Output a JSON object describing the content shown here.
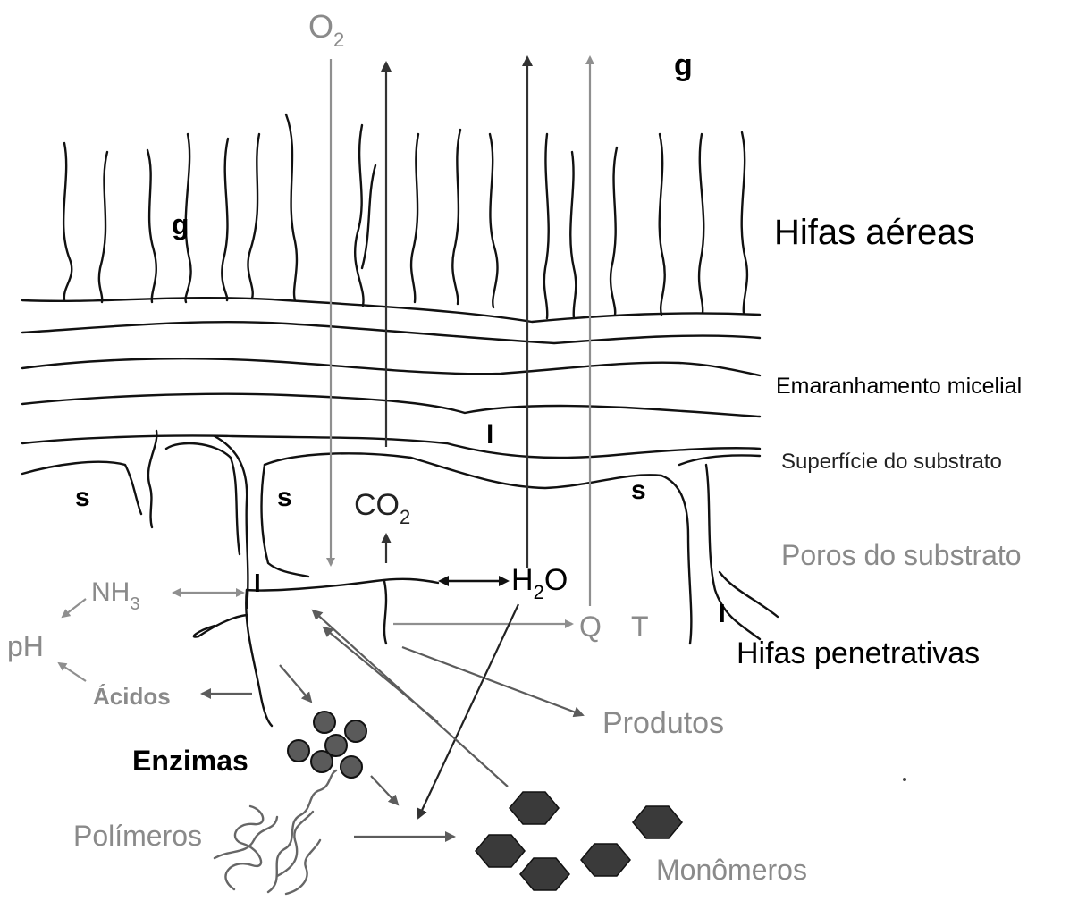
{
  "labels": {
    "o2_main": "O",
    "o2_sub": "2",
    "g_top": "g",
    "g_left": "g",
    "hifas_aereas": "Hifas aéreas",
    "emaranhamento": "Emaranhamento micelial",
    "superficie": "Superfície do substrato",
    "poros": "Poros do substrato",
    "hifas_penetrativas": "Hifas penetrativas",
    "l_mycelial": "l",
    "l_center": "l",
    "l_right": "l",
    "s_left": "s",
    "s_mid": "s",
    "s_right": "s",
    "co2_main": "CO",
    "co2_sub": "2",
    "h2o_h": "H",
    "h2o_sub": "2",
    "h2o_o": "O",
    "nh3_main": "NH",
    "nh3_sub": "3",
    "ph": "pH",
    "acidos": "Ácidos",
    "q": "Q",
    "t": "T",
    "produtos": "Produtos",
    "enzimas": "Enzimas",
    "polimeros": "Polímeros",
    "monomeros": "Monômeros"
  },
  "colors": {
    "black": "#000000",
    "gray_label": "#8a8a8a",
    "gray_arrow": "#8f8f8f",
    "dark_shape": "#3a3a3a"
  }
}
